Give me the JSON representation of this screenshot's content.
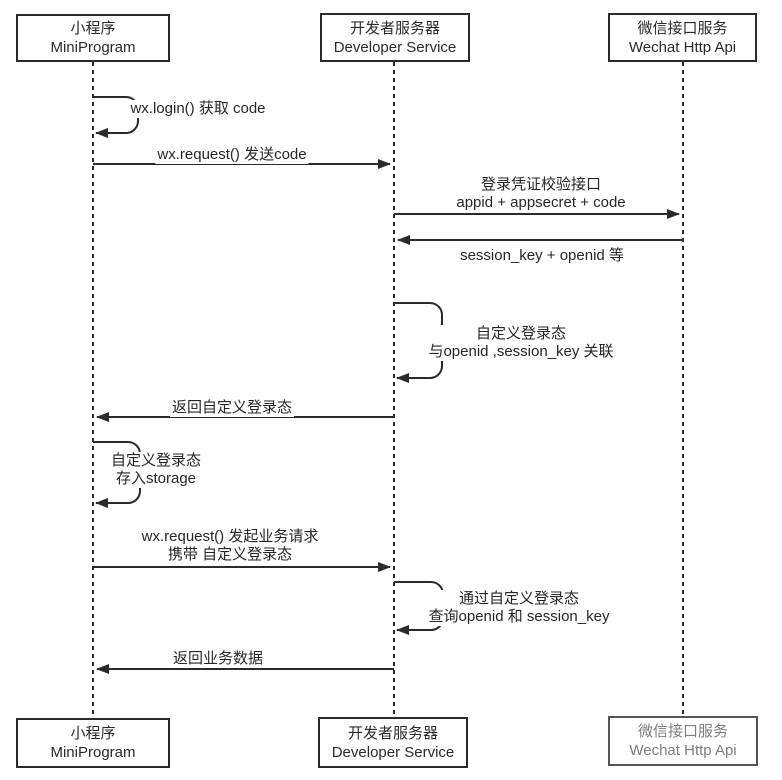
{
  "diagram_title": "WeChat MiniProgram login sequence diagram",
  "colors": {
    "line": "#2b2b2b",
    "text": "#262626",
    "faded_text": "#7d7d7d",
    "background": "#ffffff"
  },
  "actors": {
    "miniprogram": {
      "zh": "小程序",
      "en": "MiniProgram"
    },
    "developer": {
      "zh": "开发者服务器",
      "en": "Developer Service"
    },
    "wechat": {
      "zh": "微信接口服务",
      "en": "Wechat Http Api"
    }
  },
  "messages": {
    "m1": {
      "type": "self",
      "actor": "miniprogram",
      "line1": "wx.login() 获取 code"
    },
    "m2": {
      "type": "arrow",
      "from": "miniprogram",
      "to": "developer",
      "line1": "wx.request() 发送code"
    },
    "m3": {
      "type": "arrow",
      "from": "developer",
      "to": "wechat",
      "line1": "登录凭证校验接口",
      "line2": "appid + appsecret + code"
    },
    "m4": {
      "type": "arrow",
      "from": "wechat",
      "to": "developer",
      "line1": "session_key + openid 等"
    },
    "m5": {
      "type": "self",
      "actor": "developer",
      "line1": "自定义登录态",
      "line2": "与openid ,session_key 关联"
    },
    "m6": {
      "type": "arrow",
      "from": "developer",
      "to": "miniprogram",
      "line1": "返回自定义登录态"
    },
    "m7": {
      "type": "self",
      "actor": "miniprogram",
      "line1": "自定义登录态",
      "line2": "存入storage"
    },
    "m8": {
      "type": "arrow",
      "from": "miniprogram",
      "to": "developer",
      "line1": "wx.request() 发起业务请求",
      "line2": "携带 自定义登录态"
    },
    "m9": {
      "type": "self",
      "actor": "developer",
      "line1": "通过自定义登录态",
      "line2": "查询openid 和 session_key"
    },
    "m10": {
      "type": "arrow",
      "from": "developer",
      "to": "miniprogram",
      "line1": "返回业务数据"
    }
  }
}
